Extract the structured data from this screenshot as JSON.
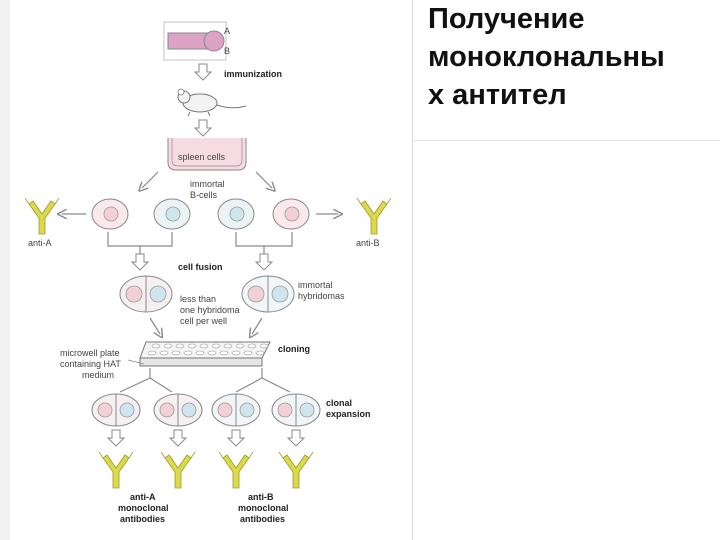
{
  "title": "Получение моноклональных антител",
  "title_display": "Получение\nмоноклональны\nх антител",
  "figure": {
    "antigen_A": "A",
    "antigen_B": "B",
    "immunization": "immunization",
    "spleen_cells": "spleen cells",
    "immortal_b_cells": [
      "immortal",
      "B-cells"
    ],
    "anti_a": "anti-A",
    "anti_b": "anti-B",
    "cell_fusion": "cell fusion",
    "immortal_hybridomas": [
      "immortal",
      "hybridomas"
    ],
    "less_than": [
      "less than",
      "one hybridoma",
      "cell per well"
    ],
    "microwell": [
      "microwell plate",
      "containing HAT",
      "medium"
    ],
    "cloning": "cloning",
    "clonal_expansion": [
      "clonal",
      "expansion"
    ],
    "anti_a_mono": [
      "anti-A",
      "monoclonal",
      "antibodies"
    ],
    "anti_b_mono": [
      "anti-B",
      "monoclonal",
      "antibodies"
    ]
  },
  "colors": {
    "pink": "#f3cfd8",
    "blue": "#cfe6ee",
    "antibody": "#dcd94a",
    "antigen": "#dca3c7",
    "outline": "#8a8a8a"
  }
}
